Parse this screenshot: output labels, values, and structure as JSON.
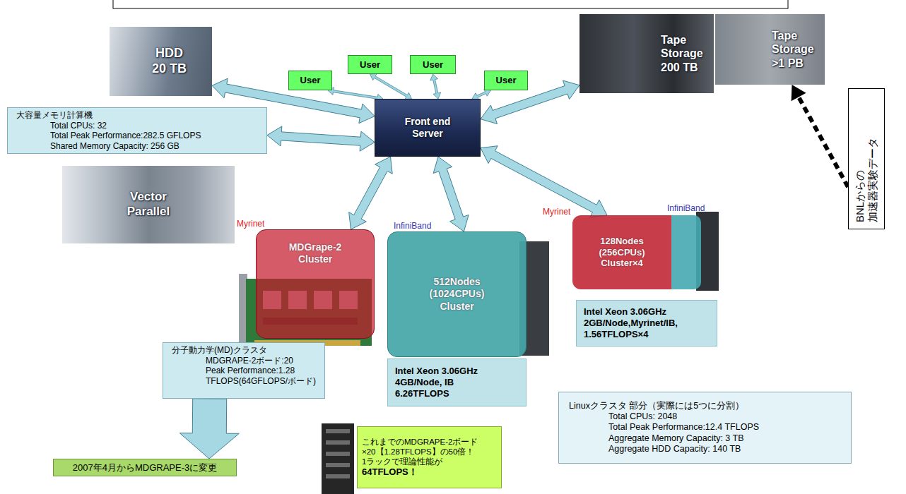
{
  "diagram": {
    "nodes": [
      {
        "text": [
          "HDD 20 TB"
        ]
      },
      {
        "text": [
          "User"
        ]
      },
      {
        "text": [
          "User"
        ]
      },
      {
        "text": [
          "User"
        ]
      },
      {
        "text": [
          "User"
        ]
      },
      {
        "text": [
          "Tape Storage 200 TB"
        ]
      },
      {
        "text": [
          "Tape Storage >1 PB"
        ]
      },
      {
        "text": [
          "BNLからの 加速器実験データ"
        ]
      },
      {
        "text": [
          "Front end Server"
        ]
      },
      {
        "text": [
          "大容量メモリ計算機",
          "Total CPUs: 32",
          "Total Peak Performance:282.5 GFLOPS",
          "Shared Memory Capacity: 256 GB"
        ]
      },
      {
        "text": [
          "Vector Parallel"
        ]
      },
      {
        "text": [
          "Myrinet",
          "MDGrape-2 Cluster"
        ]
      },
      {
        "text": [
          "InfiniBand",
          "512Nodes (1024CPUs) Cluster"
        ]
      },
      {
        "text": [
          "Myrinet",
          "128Nodes (256CPUs) Cluster×4"
        ]
      },
      {
        "text": [
          "InfiniBand"
        ]
      },
      {
        "text": [
          "Intel Xeon 3.06GHz",
          "4GB/Node, IB",
          "6.26TFLOPS"
        ]
      },
      {
        "text": [
          "Intel Xeon 3.06GHz",
          "2GB/Node,Myrinet/IB,",
          "1.56TFLOPS×4"
        ]
      },
      {
        "text": [
          "分子動力学(MD)クラスタ",
          "MDGRAPE-2ボード:20",
          "Peak Performance:1.28",
          "TFLOPS(64GFLOPS/ボード)"
        ]
      },
      {
        "text": [
          "2007年4月からMDGRAPE-3に変更"
        ]
      },
      {
        "text": [
          "これまでのMDGRAPE-2ボード",
          "×20【1.28TFLOPS】の50倍！",
          "1ラックで理論性能が",
          "64TFLOPS！"
        ]
      },
      {
        "text": [
          "Linuxクラスタ 部分（実際には5つに分割）",
          "Total CPUs: 2048",
          "Total Peak Performance:12.4 TFLOPS",
          "Aggregate Memory Capacity: 3 TB",
          "Aggregate HDD Capacity: 140 TB"
        ]
      }
    ],
    "edges": [
      {
        "from": 8,
        "to": 0,
        "arrow": "both"
      },
      {
        "from": 8,
        "to": 1,
        "arrow": "both"
      },
      {
        "from": 8,
        "to": 2,
        "arrow": "both"
      },
      {
        "from": 8,
        "to": 3,
        "arrow": "both"
      },
      {
        "from": 8,
        "to": 4,
        "arrow": "both"
      },
      {
        "from": 8,
        "to": 5,
        "arrow": "both"
      },
      {
        "from": 7,
        "to": 6,
        "arrow": "to"
      },
      {
        "from": 9,
        "to": 8,
        "arrow": "both"
      },
      {
        "from": 8,
        "to": 11,
        "arrow": "both"
      },
      {
        "from": 8,
        "to": 12,
        "arrow": "both"
      },
      {
        "from": 8,
        "to": 13,
        "arrow": "both"
      },
      {
        "from": 17,
        "to": 18,
        "arrow": "to"
      }
    ]
  }
}
